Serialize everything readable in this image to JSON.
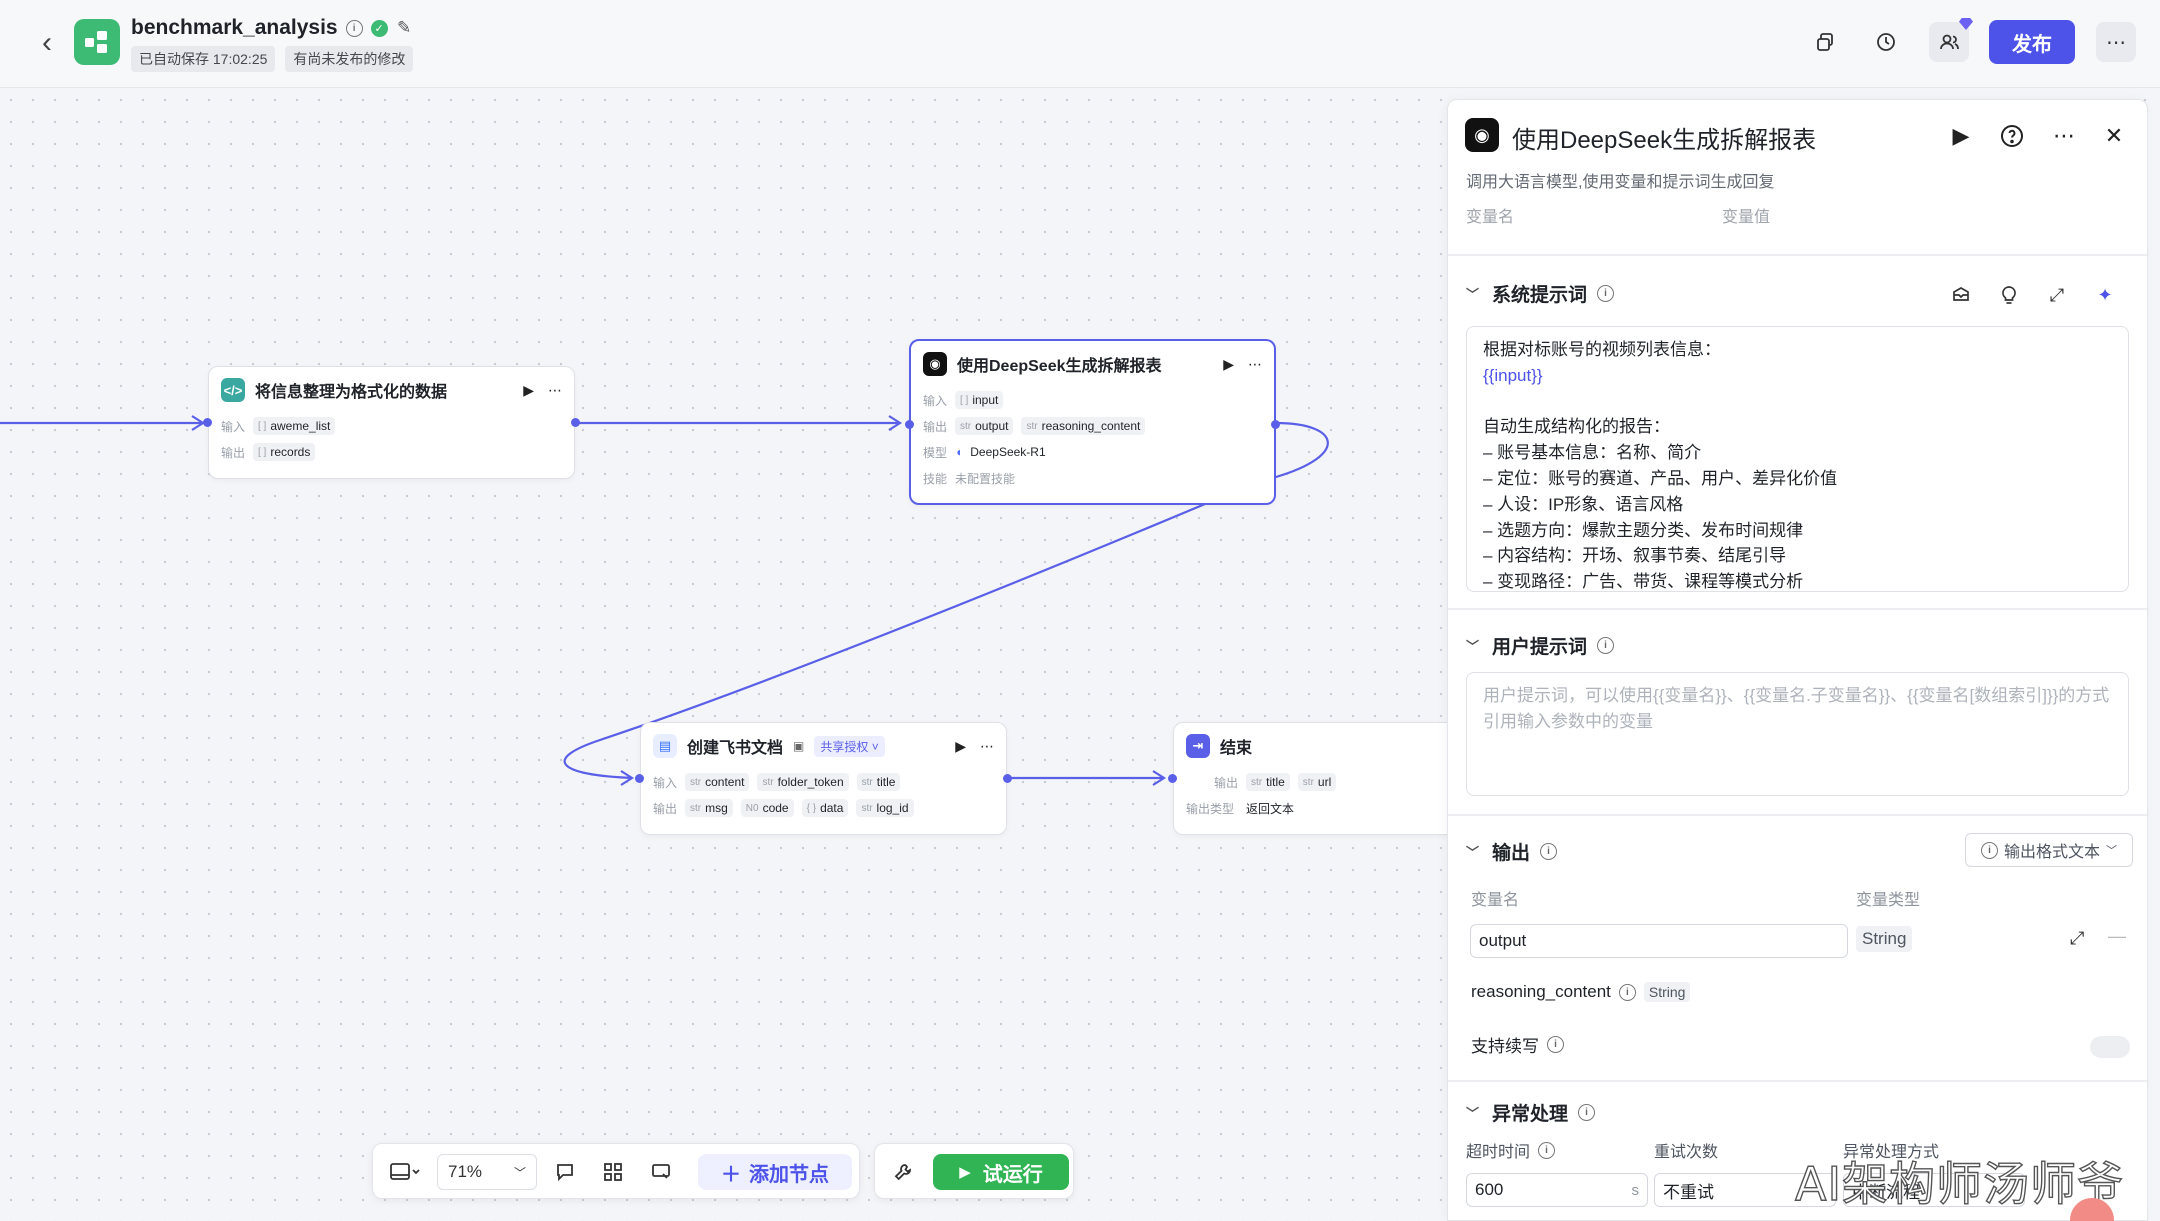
{
  "header": {
    "app_title": "benchmark_analysis",
    "autosave": "已自动保存 17:02:25",
    "unpublished": "有尚未发布的修改",
    "publish_label": "发布"
  },
  "nodes": {
    "format": {
      "title": "将信息整理为格式化的数据",
      "input_label": "输入",
      "output_label": "输出",
      "input_var": "aweme_list",
      "output_var": "records",
      "type_array": "[ ]"
    },
    "deepseek": {
      "title": "使用DeepSeek生成拆解报表",
      "input_label": "输入",
      "output_label": "输出",
      "model_label": "模型",
      "skill_label": "技能",
      "input_var": "input",
      "output_var1": "output",
      "output_var2": "reasoning_content",
      "model": "DeepSeek-R1",
      "skill": "未配置技能",
      "type_array": "[ ]",
      "type_str": "str"
    },
    "feishu": {
      "title": "创建飞书文档",
      "share_tag": "共享授权",
      "input_label": "输入",
      "output_label": "输出",
      "inputs": [
        "content",
        "folder_token",
        "title"
      ],
      "outputs": [
        "msg",
        "code",
        "data",
        "log_id"
      ],
      "output_types": [
        "str",
        "N0",
        "{ }",
        "str"
      ],
      "type_str": "str"
    },
    "end": {
      "title": "结束",
      "output_label": "输出",
      "output_type_label": "输出类型",
      "outputs": [
        "title",
        "url"
      ],
      "output_type": "返回文本",
      "type_str": "str"
    }
  },
  "toolbar": {
    "zoom": "71%",
    "add_node": "添加节点",
    "run": "试运行"
  },
  "panel": {
    "title": "使用DeepSeek生成拆解报表",
    "description": "调用大语言模型,使用变量和提示词生成回复",
    "cut_col1": "变量名",
    "cut_col2": "变量值",
    "system_prompt": {
      "label": "系统提示词",
      "lines": [
        "根据对标账号的视频列表信息：",
        "{{input}}",
        "",
        "自动生成结构化的报告：",
        "– 账号基本信息：名称、简介",
        "– 定位：账号的赛道、产品、用户、差异化价值",
        "– 人设：IP形象、语言风格",
        "– 选题方向：爆款主题分类、发布时间规律",
        "– 内容结构：开场、叙事节奏、结尾引导",
        "– 变现路径：广告、带货、课程等模式分析"
      ]
    },
    "user_prompt": {
      "label": "用户提示词",
      "placeholder": "用户提示词，可以使用{{变量名}}、{{变量名.子变量名}}、{{变量名[数组索引]}}的方式引用输入参数中的变量"
    },
    "output": {
      "label": "输出",
      "format": "输出格式文本",
      "col_name": "变量名",
      "col_type": "变量类型",
      "var1_name": "output",
      "var1_type": "String",
      "var2_name": "reasoning_content",
      "var2_type": "String",
      "continue_label": "支持续写"
    },
    "exception": {
      "label": "异常处理",
      "timeout_label": "超时时间",
      "retry_label": "重试次数",
      "method_label": "异常处理方式",
      "timeout_value": "600",
      "timeout_unit": "s",
      "retry_value": "不重试",
      "method_value": "中断流程"
    }
  },
  "watermark": "AI架构师汤师爷",
  "colors": {
    "accent": "#4d53e8",
    "run_green": "#30b454",
    "brand_green": "#3dba73",
    "edge": "#5a5fe8"
  }
}
